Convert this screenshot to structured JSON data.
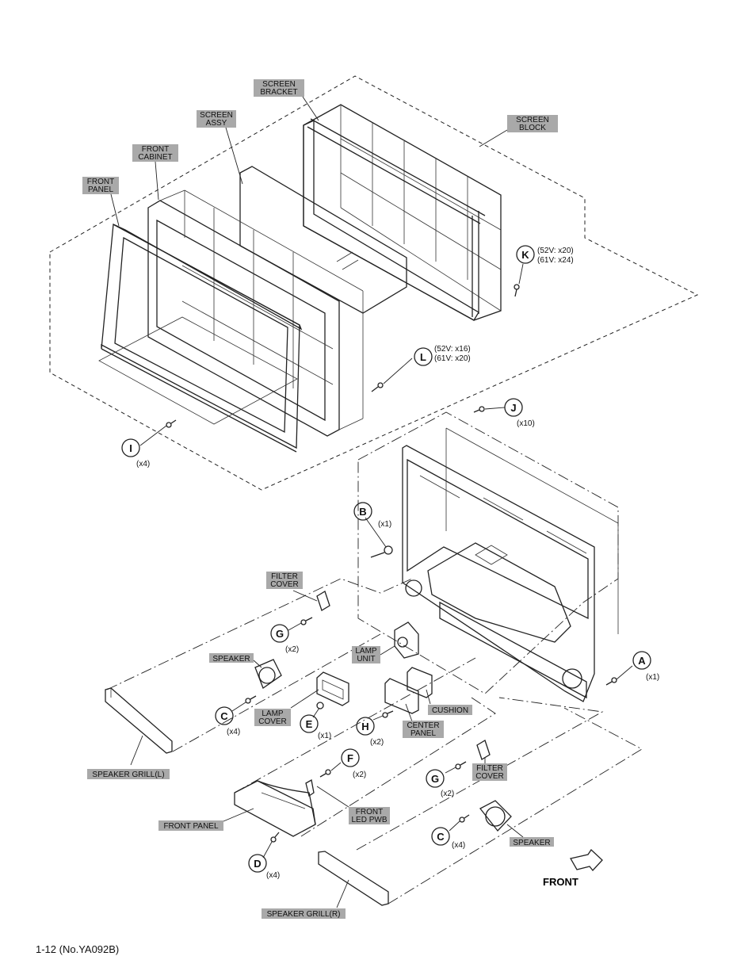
{
  "labels": {
    "screen_bracket": [
      "SCREEN",
      "BRACKET"
    ],
    "screen_assy": [
      "SCREEN",
      "ASSY"
    ],
    "screen_block": [
      "SCREEN",
      "BLOCK"
    ],
    "front_cabinet": [
      "FRONT",
      "CABINET"
    ],
    "front_panel_top": [
      "FRONT",
      "PANEL"
    ],
    "filter_cover_left": [
      "FILTER",
      "COVER"
    ],
    "speaker_left": "SPEAKER",
    "lamp_unit": [
      "LAMP",
      "UNIT"
    ],
    "lamp_cover": [
      "LAMP",
      "COVER"
    ],
    "cushion": "CUSHION",
    "center_panel": [
      "CENTER",
      "PANEL"
    ],
    "filter_cover_right": [
      "FILTER",
      "COVER"
    ],
    "speaker_grill_l": "SPEAKER GRILL(L)",
    "front_panel_bottom": "FRONT PANEL",
    "front_led_pwb": [
      "FRONT",
      "LED PWB"
    ],
    "speaker_right": "SPEAKER",
    "speaker_grill_r": "SPEAKER GRILL(R)"
  },
  "screws": {
    "K": {
      "ref": "K",
      "qty": [
        "(52V: x20)",
        "(61V: x24)"
      ]
    },
    "L": {
      "ref": "L",
      "qty": [
        "(52V: x16)",
        "(61V: x20)"
      ]
    },
    "J": {
      "ref": "J",
      "qty": "(x10)"
    },
    "I": {
      "ref": "I",
      "qty": "(x4)"
    },
    "B": {
      "ref": "B",
      "qty": "(x1)"
    },
    "G1": {
      "ref": "G",
      "qty": "(x2)"
    },
    "A": {
      "ref": "A",
      "qty": "(x1)"
    },
    "C1": {
      "ref": "C",
      "qty": "(x4)"
    },
    "E": {
      "ref": "E",
      "qty": "(x1)"
    },
    "H": {
      "ref": "H",
      "qty": "(x2)"
    },
    "F": {
      "ref": "F",
      "qty": "(x2)"
    },
    "G2": {
      "ref": "G",
      "qty": "(x2)"
    },
    "C2": {
      "ref": "C",
      "qty": "(x4)"
    },
    "D": {
      "ref": "D",
      "qty": "(x4)"
    }
  },
  "front": "FRONT",
  "footer": "1-12 (No.YA092B)"
}
